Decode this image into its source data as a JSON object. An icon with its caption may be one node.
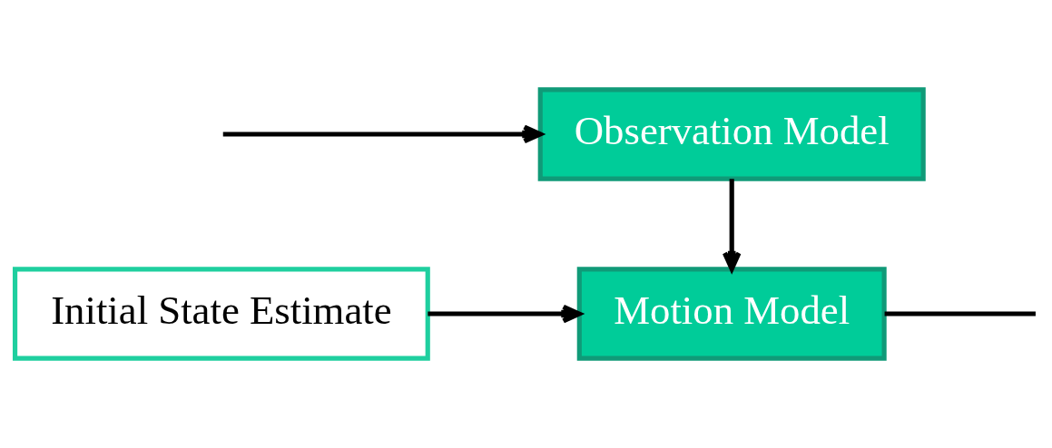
{
  "diagram": {
    "nodes": [
      {
        "text": [
          "Initial State Estimate"
        ]
      },
      {
        "text": [
          "Motion Model"
        ]
      },
      {
        "text": [
          "Observation Model"
        ]
      }
    ],
    "edges": [
      {
        "from": 0,
        "to": 1,
        "arrow": "to"
      },
      {
        "from": 2,
        "to": 1,
        "arrow": "to"
      },
      {
        "from": 1,
        "to": null,
        "arrow": "none"
      },
      {
        "from": null,
        "to": 2,
        "arrow": "to"
      }
    ]
  }
}
